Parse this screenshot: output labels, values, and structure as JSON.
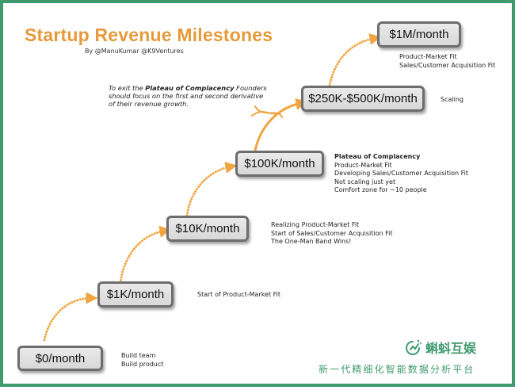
{
  "title": "Startup Revenue Milestones",
  "byline": "By @ManuKumar @K9Ventures",
  "note": {
    "before": "To exit the ",
    "emphasis": "Plateau of Complacency",
    "after": " Founders should focus on the first and second derivative of their revenue growth."
  },
  "milestones": [
    {
      "label": "$0/month",
      "details": [
        "Build team",
        "Build product"
      ]
    },
    {
      "label": "$1K/month",
      "details": [
        "Start of Product-Market Fit"
      ]
    },
    {
      "label": "$10K/month",
      "details": [
        "Realizing Product-Market Fit",
        "Start of Sales/Customer Acquisition Fit",
        "The One-Man Band Wins!"
      ]
    },
    {
      "label": "$100K/month",
      "heading": "Plateau of Complacency",
      "details": [
        "Product-Market Fit",
        "Developing Sales/Customer Acquisition Fit",
        "Not scaling just yet",
        "Comfort zone for ~10 people"
      ]
    },
    {
      "label": "$250K-$500K/month",
      "details": [
        "Scaling"
      ]
    },
    {
      "label": "$1M/month",
      "details": [
        "Product-Market Fit",
        "Sales/Customer Acquisition Fit"
      ]
    }
  ],
  "watermark": {
    "name": "蝌蚪互娱",
    "tagline": "新一代精细化智能数据分析平台"
  },
  "colors": {
    "title": "#e69a3a",
    "arrow": "#f0a540",
    "brand": "#3f9a6e",
    "box_border": "#6d6d6d"
  },
  "icons": [
    "brand-logo-icon"
  ]
}
